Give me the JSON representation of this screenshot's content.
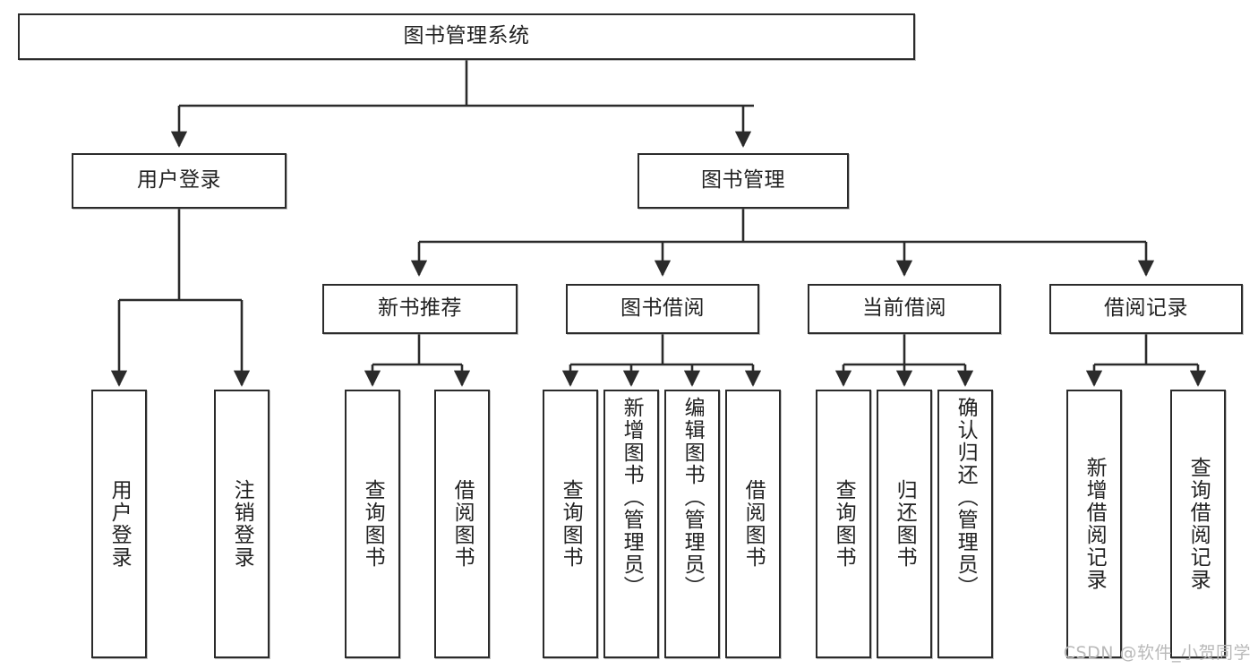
{
  "diagram": {
    "title": "图书管理系统",
    "type": "tree-hierarchy",
    "watermark": "CSDN @软件_小贺同学",
    "colors": {
      "box_border": "#2b2b2b",
      "box_fill": "#ffffff",
      "edge": "#2b2b2b",
      "text": "#222222",
      "watermark": "#b9b9b9",
      "background": "#ffffff"
    },
    "nodes": {
      "root": {
        "label": "图书管理系统",
        "level": 0
      },
      "l1": [
        {
          "id": "user-login",
          "label": "用户登录",
          "level": 1
        },
        {
          "id": "book-manage",
          "label": "图书管理",
          "level": 1
        }
      ],
      "l2": [
        {
          "id": "new-book-rec",
          "label": "新书推荐",
          "level": 2,
          "parent": "book-manage"
        },
        {
          "id": "book-borrow",
          "label": "图书借阅",
          "level": 2,
          "parent": "book-manage"
        },
        {
          "id": "current-borrow",
          "label": "当前借阅",
          "level": 2,
          "parent": "book-manage"
        },
        {
          "id": "borrow-record",
          "label": "借阅记录",
          "level": 2,
          "parent": "book-manage"
        }
      ],
      "leaves": [
        {
          "id": "leaf-user-login",
          "label": "用户登录",
          "parent": "user-login"
        },
        {
          "id": "leaf-logout",
          "label": "注销登录",
          "parent": "user-login"
        },
        {
          "id": "leaf-query-book-1",
          "label": "查询图书",
          "parent": "new-book-rec"
        },
        {
          "id": "leaf-borrow-book-1",
          "label": "借阅图书",
          "parent": "new-book-rec"
        },
        {
          "id": "leaf-query-book-2",
          "label": "查询图书",
          "parent": "book-borrow"
        },
        {
          "id": "leaf-add-book",
          "label": "新增图书（管理员）",
          "parent": "book-borrow"
        },
        {
          "id": "leaf-edit-book",
          "label": "编辑图书（管理员）",
          "parent": "book-borrow"
        },
        {
          "id": "leaf-borrow-book-2",
          "label": "借阅图书",
          "parent": "book-borrow"
        },
        {
          "id": "leaf-query-book-3",
          "label": "查询图书",
          "parent": "current-borrow"
        },
        {
          "id": "leaf-return-book",
          "label": "归还图书",
          "parent": "current-borrow"
        },
        {
          "id": "leaf-confirm-return",
          "label": "确认归还（管理员）",
          "parent": "current-borrow"
        },
        {
          "id": "leaf-add-record",
          "label": "新增借阅记录",
          "parent": "borrow-record"
        },
        {
          "id": "leaf-query-record",
          "label": "查询借阅记录",
          "parent": "borrow-record"
        }
      ]
    }
  }
}
